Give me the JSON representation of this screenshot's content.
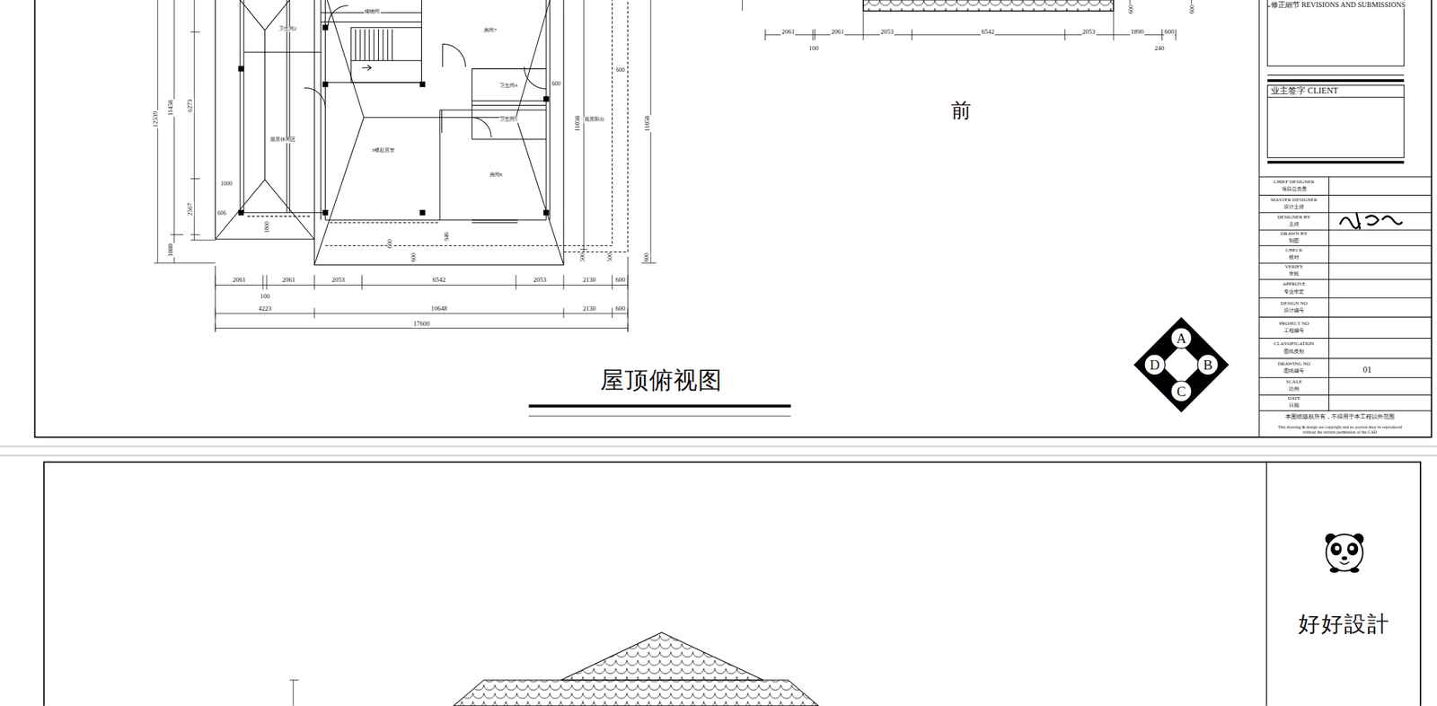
{
  "diagram": {
    "title": "屋顶俯视图",
    "nodes": [
      {
        "text": [
          "A"
        ]
      },
      {
        "text": [
          "D"
        ]
      },
      {
        "text": [
          "B"
        ]
      },
      {
        "text": [
          "C"
        ]
      }
    ],
    "labels": [
      "2061",
      "2061",
      "2053",
      "6542",
      "2053",
      "2130",
      "600",
      "100",
      "4223",
      "10648",
      "2130",
      "600",
      "17600",
      "12539",
      "11458",
      "6273",
      "2567",
      "1080",
      "1000",
      "606",
      "1800",
      "600",
      "946",
      "600",
      "500",
      "500",
      "600",
      "600",
      "600",
      "11038",
      "11058",
      "卫生间2",
      "储物间",
      "房间7",
      "卫生间4",
      "卫生间5",
      "观景休闲区",
      "3楼起居室",
      "房间8",
      "观景阳台",
      "2061",
      "2061",
      "2053",
      "6542",
      "2053",
      "1890",
      "600",
      "100",
      "240",
      "600",
      "600",
      "前",
      "修正細节 REVISIONS AND SUBMISSIONS",
      "业主签字 CLIENT",
      "CHIEF DESIGNER",
      "项目总负责",
      "MASTER DESIGNER",
      "设计主持",
      "DESIGNER BY",
      "主持",
      "DRAWN BY",
      "制图",
      "CHECK",
      "校对",
      "VERIFY",
      "审核",
      "APPROVE",
      "专业审定",
      "DESIGN NO",
      "设计编号",
      "PROJECT NO",
      "工程编号",
      "CLASSIFICATION",
      "图纸类别",
      "DRAWING NO",
      "图纸编号",
      "SCALE",
      "比例",
      "DATE",
      "日期",
      "01",
      "本图纸版权所有，不得用于本工程以外范围",
      "This drawing & design are copyright and no portion may be reproduced without the written permission of the CAD",
      "好好設計"
    ]
  }
}
